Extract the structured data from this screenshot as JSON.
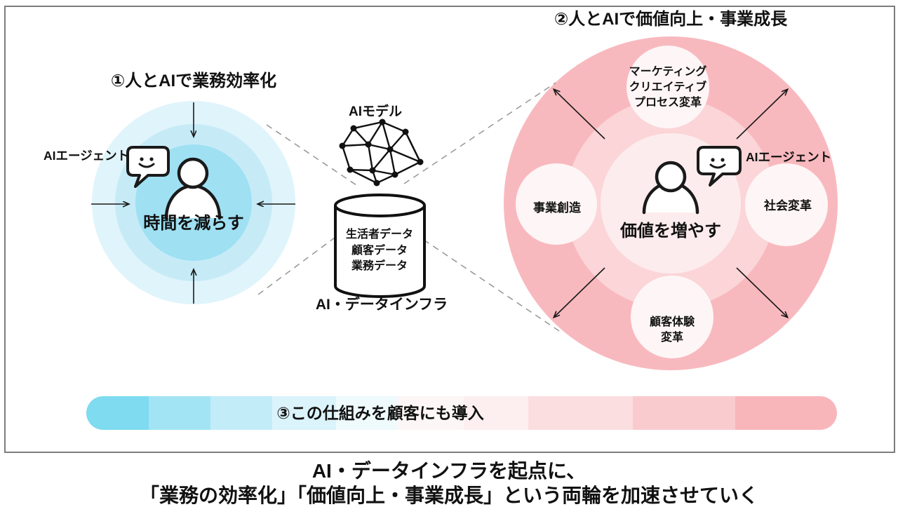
{
  "colors": {
    "blue_outer": "#e0f4fb",
    "blue_middle": "#c6ebf7",
    "blue_inner": "#9fe0f3",
    "pink_outer": "#f8b9be",
    "pink_middle": "#fbd5d8",
    "pink_inner": "#fdeced",
    "satellite": "#fef5f6",
    "frame_border": "#7d7d7d",
    "ink": "#1a1a1a",
    "dash": "#9a9a9a"
  },
  "left": {
    "title": "①人とAIで業務効率化",
    "agent_label": "AIエージェント",
    "center_text": "時間を減らす"
  },
  "center": {
    "model_label": "AIモデル",
    "cylinder_lines": [
      "生活者データ",
      "顧客データ",
      "業務データ"
    ],
    "infra_label": "AI・データインフラ"
  },
  "right": {
    "title": "②人とAIで価値向上・事業成長",
    "agent_label": "AIエージェント",
    "center_text": "価値を増やす",
    "satellite_top": [
      "マーケティング",
      "クリエイティブ",
      "プロセス変革"
    ],
    "satellite_left": "事業創造",
    "satellite_right": "社会変革",
    "satellite_bottom": [
      "顧客体験",
      "変革"
    ]
  },
  "bar": {
    "label": "③この仕組みを顧客にも導入",
    "colors": [
      "#7edbf0",
      "#a2e4f4",
      "#c2ecf8",
      "#dbf3fa",
      "#eefafc",
      "#fdf6f6",
      "#fdeff0",
      "#fbdee0",
      "#f9cbcf",
      "#f8b6bb"
    ]
  },
  "caption": {
    "line1": "AI・データインフラを起点に、",
    "line2": "「業務の効率化」「価値向上・事業成長」という両輪を加速させていく"
  }
}
